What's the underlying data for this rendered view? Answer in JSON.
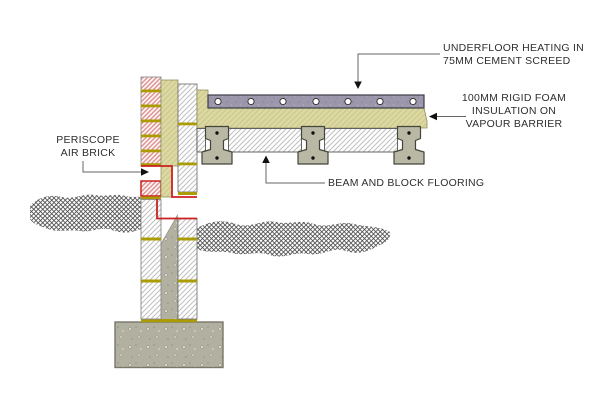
{
  "diagram": {
    "labels": {
      "underfloor_heating": {
        "line1": "UNDERFLOOR HEATING IN",
        "line2": "75MM CEMENT SCREED"
      },
      "rigid_foam": {
        "line1": "100MM RIGID FOAM",
        "line2": "INSULATION ON",
        "line3": "VAPOUR BARRIER"
      },
      "beam_block": {
        "text": "BEAM AND BLOCK FLOORING"
      },
      "periscope": {
        "line1": "PERISCOPE",
        "line2": "AIR BRICK"
      }
    },
    "colors": {
      "screed": "#9c97aa",
      "insulation": "#dcd8a2",
      "mortar": "#ab9c06",
      "brick_hatch": "#e09090",
      "block_hatch": "#c0c0c0",
      "beam": "#b9b8a4",
      "concrete": "#b2b1a1",
      "duct_red": "#cc2020",
      "leader": "#666666",
      "text": "#2e2e2e"
    }
  }
}
